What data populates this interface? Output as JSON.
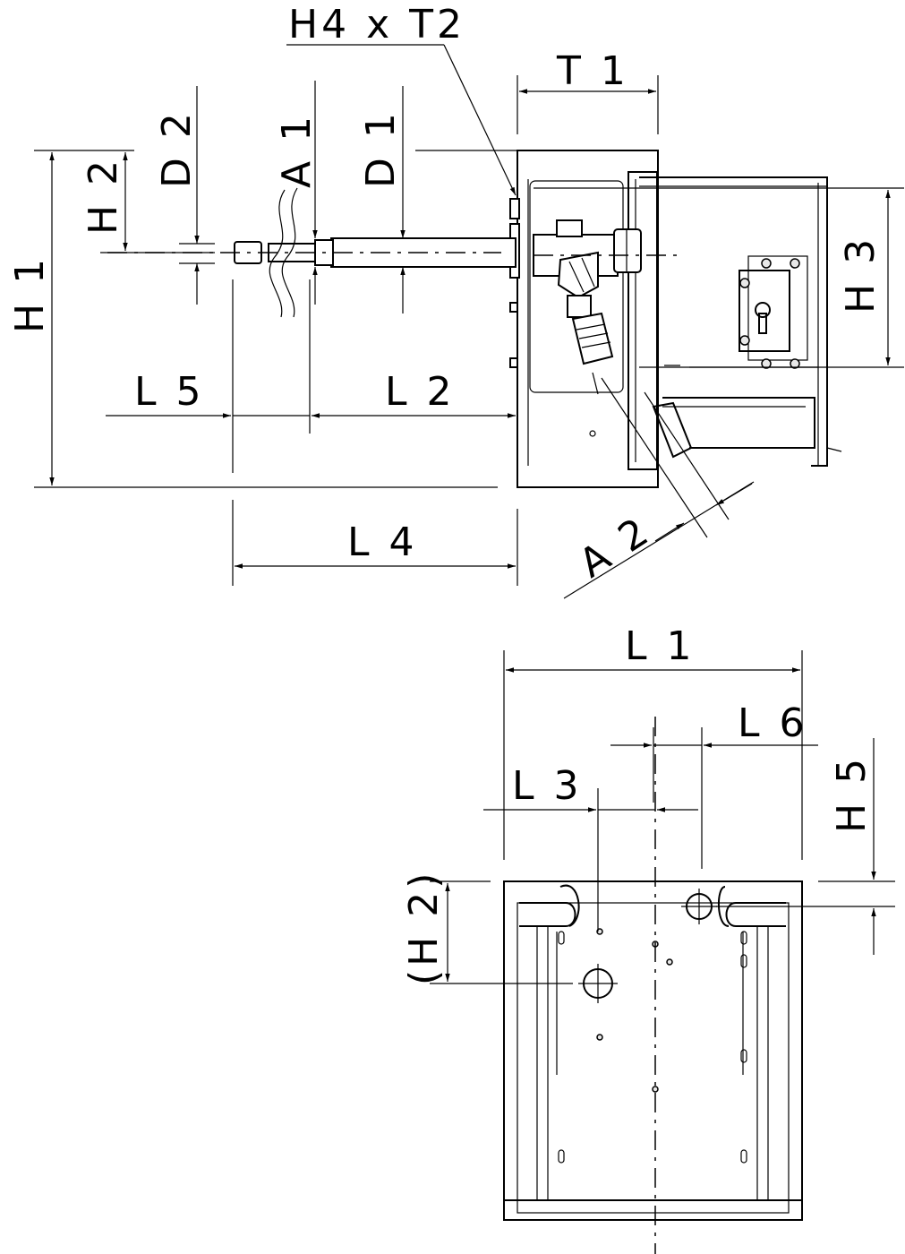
{
  "labels": {
    "h4t2": "H4 x T2",
    "t1": "T 1",
    "d2": "D 2",
    "a1": "A 1",
    "d1": "D 1",
    "h2": "H 2",
    "h1": "H 1",
    "h3": "H 3",
    "l5": "L 5",
    "l2": "L 2",
    "l4": "L 4",
    "a2": "A 2",
    "l1": "L 1",
    "l6": "L 6",
    "l3": "L 3",
    "h5": "H 5",
    "h2_ref": "(H 2)"
  }
}
